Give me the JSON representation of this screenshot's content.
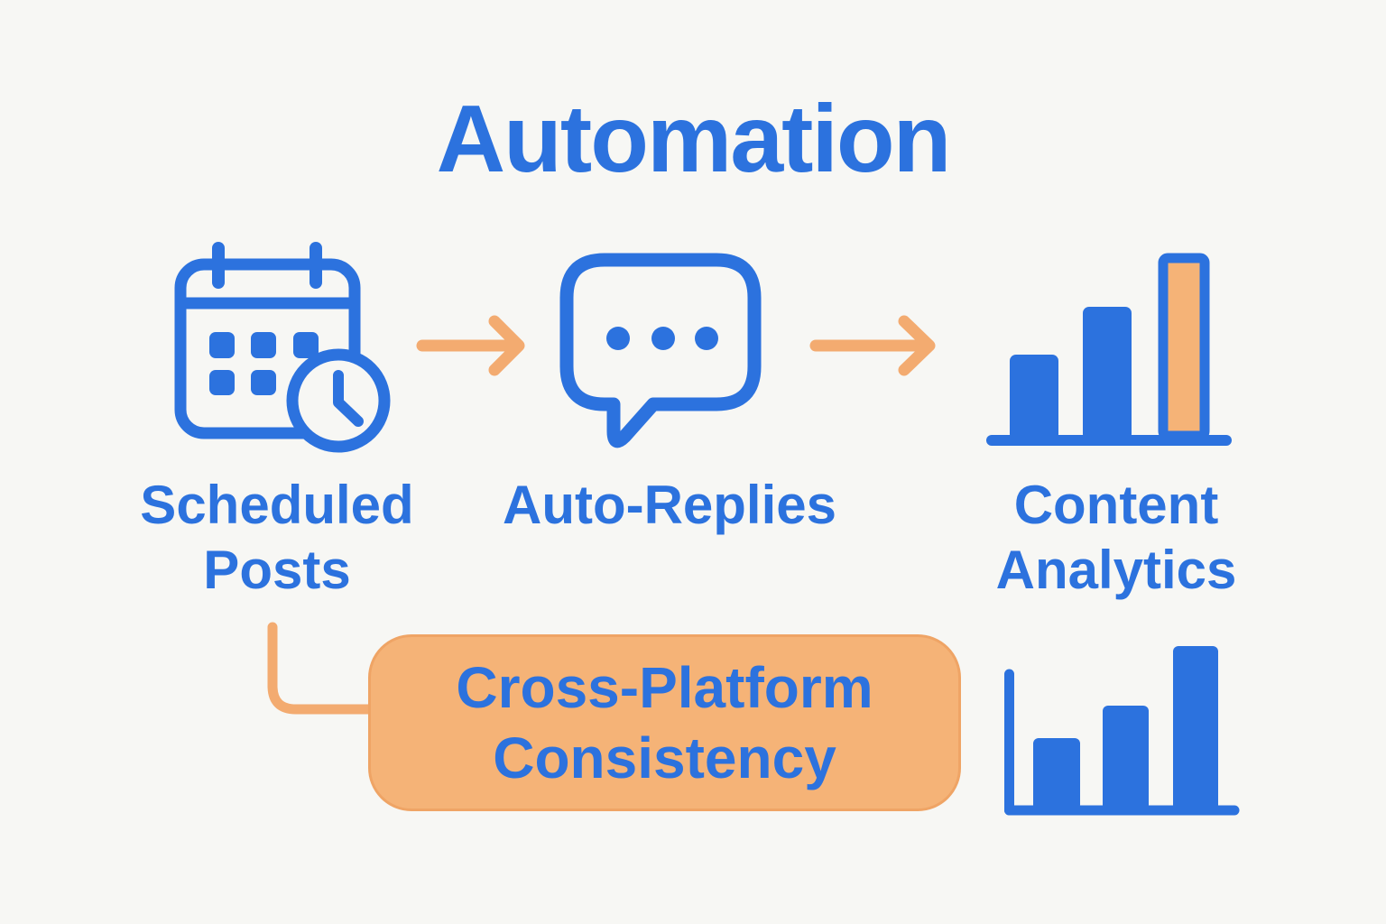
{
  "title": "Automation",
  "colors": {
    "bg": "#F7F7F4",
    "blue": "#2C72DE",
    "orange": "#F3AB70",
    "orangeFill": "#F5B377",
    "orangeBorder": "#EFA465"
  },
  "flow": {
    "nodes": [
      {
        "label": "Scheduled Posts",
        "icon": "calendar-clock-icon"
      },
      {
        "label": "Auto-Replies",
        "icon": "chat-bubble-icon"
      },
      {
        "label": "Content Analytics",
        "icon": "bar-chart-highlight-icon"
      }
    ],
    "arrows": [
      {
        "icon": "arrow-right-icon",
        "from": "Scheduled Posts",
        "to": "Auto-Replies"
      },
      {
        "icon": "arrow-right-icon",
        "from": "Auto-Replies",
        "to": "Content Analytics"
      }
    ],
    "connector": {
      "icon": "elbow-line",
      "from": "Scheduled Posts",
      "to": "Cross-Platform Consistency"
    }
  },
  "banner": {
    "label": "Cross-Platform Consistency"
  },
  "decoration": {
    "icon": "bar-chart-axes-icon"
  }
}
